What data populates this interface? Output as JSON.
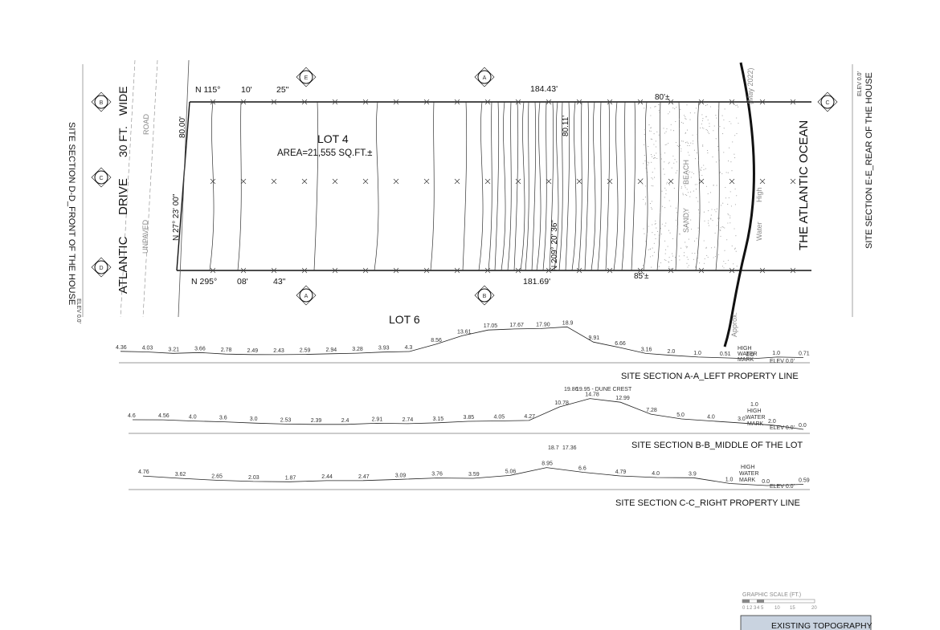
{
  "site": {
    "road": {
      "atlantic": "ATLANTIC",
      "drive": "DRIVE",
      "width": "30 FT.",
      "wide": "WIDE",
      "unpaved": "UNPAVED",
      "road": "ROAD"
    },
    "lot4": {
      "title": "LOT 4",
      "area": "AREA=21,555 SQ.FT.±"
    },
    "lot6": "LOT 6",
    "ocean": "THE ATLANTIC OCEAN",
    "water": "Water",
    "hwm": "High",
    "may": "(May 2022)",
    "approx": "Approx.",
    "beach": "BEACH",
    "sandy": "SANDY",
    "bearings": {
      "top_n": "N 115°",
      "top_min": "10'",
      "top_sec": "25\"",
      "bottom_n": "N 295°",
      "bottom_min": "08'",
      "bottom_sec": "43\"",
      "left": "N 27° 23' 00\"",
      "right": "N 209° 20' 36\""
    },
    "dims": {
      "left": "80.00'",
      "top": "184.43'",
      "bottom": "181.69'",
      "mid": "80.11'",
      "top_right": "80'±",
      "bottom_right": "85'±"
    },
    "section_dd": "SITE SECTION D-D_FRONT OF THE HOUSE",
    "section_ee": "SITE SECTION E-E_REAR OF THE HOUSE",
    "elev_dd": "ELEV 0.0'",
    "elev_ee": "ELEV 0.0'",
    "markers": [
      "B",
      "C",
      "D",
      "E",
      "A",
      "A",
      "B",
      "C"
    ]
  },
  "sections": [
    {
      "title": "SITE SECTION A-A_LEFT PROPERTY LINE",
      "elev_label": "ELEV 0.0'",
      "hwm": [
        "HIGH",
        "WATER",
        "MARK"
      ],
      "points": [
        "4.36",
        "4.03",
        "3.21",
        "3.66",
        "2.78",
        "2.49",
        "2.43",
        "2.59",
        "2.94",
        "3.28",
        "3.93",
        "4.3",
        "8.56",
        "13.61",
        "17.05",
        "17.67",
        "17.90",
        "18.9",
        "9.91",
        "6.66",
        "3.16",
        "2.0",
        "1.0",
        "0.51",
        "0.0",
        "1.0",
        "0.71"
      ]
    },
    {
      "title": "SITE SECTION B-B_MIDDLE OF THE LOT",
      "elev_label": "ELEV 0.0'",
      "crest": "19.86",
      "crest_label": "19.95 - DUNE CREST",
      "hwm": [
        "1.0",
        "HIGH",
        "WATER",
        "MARK"
      ],
      "points": [
        "4.6",
        "4.56",
        "4.0",
        "3.6",
        "3.0",
        "2.53",
        "2.39",
        "2.4",
        "2.91",
        "2.74",
        "3.15",
        "3.85",
        "4.05",
        "4.27",
        "10.78",
        "14.78",
        "12.99",
        "7.28",
        "5.0",
        "4.0",
        "3.0",
        "2.0",
        "0.0"
      ]
    },
    {
      "title": "SITE SECTION C-C_RIGHT PROPERTY LINE",
      "elev_label": "ELEV 0.0'",
      "crest": "18.7",
      "crest_label": "17.36",
      "hwm": [
        "HIGH",
        "WATER",
        "MARK"
      ],
      "points": [
        "4.76",
        "3.62",
        "2.65",
        "2.03",
        "1.87",
        "2.44",
        "2.47",
        "3.09",
        "3.76",
        "3.59",
        "5.06",
        "8.95",
        "6.6",
        "4.79",
        "4.0",
        "3.9",
        "1.0",
        "0.0",
        "0.59"
      ]
    }
  ],
  "legend": {
    "scale_title": "GRAPHIC SCALE (FT.)",
    "scale_ticks": [
      "0",
      "1",
      "2",
      "3",
      "4",
      "5",
      "10",
      "15",
      "20"
    ],
    "drawing_title": "EXISTING TOPOGRAPHY"
  },
  "colors": {
    "line": "#111111",
    "grid": "#8c8c8c",
    "legend_box": "#c9d3e0"
  }
}
